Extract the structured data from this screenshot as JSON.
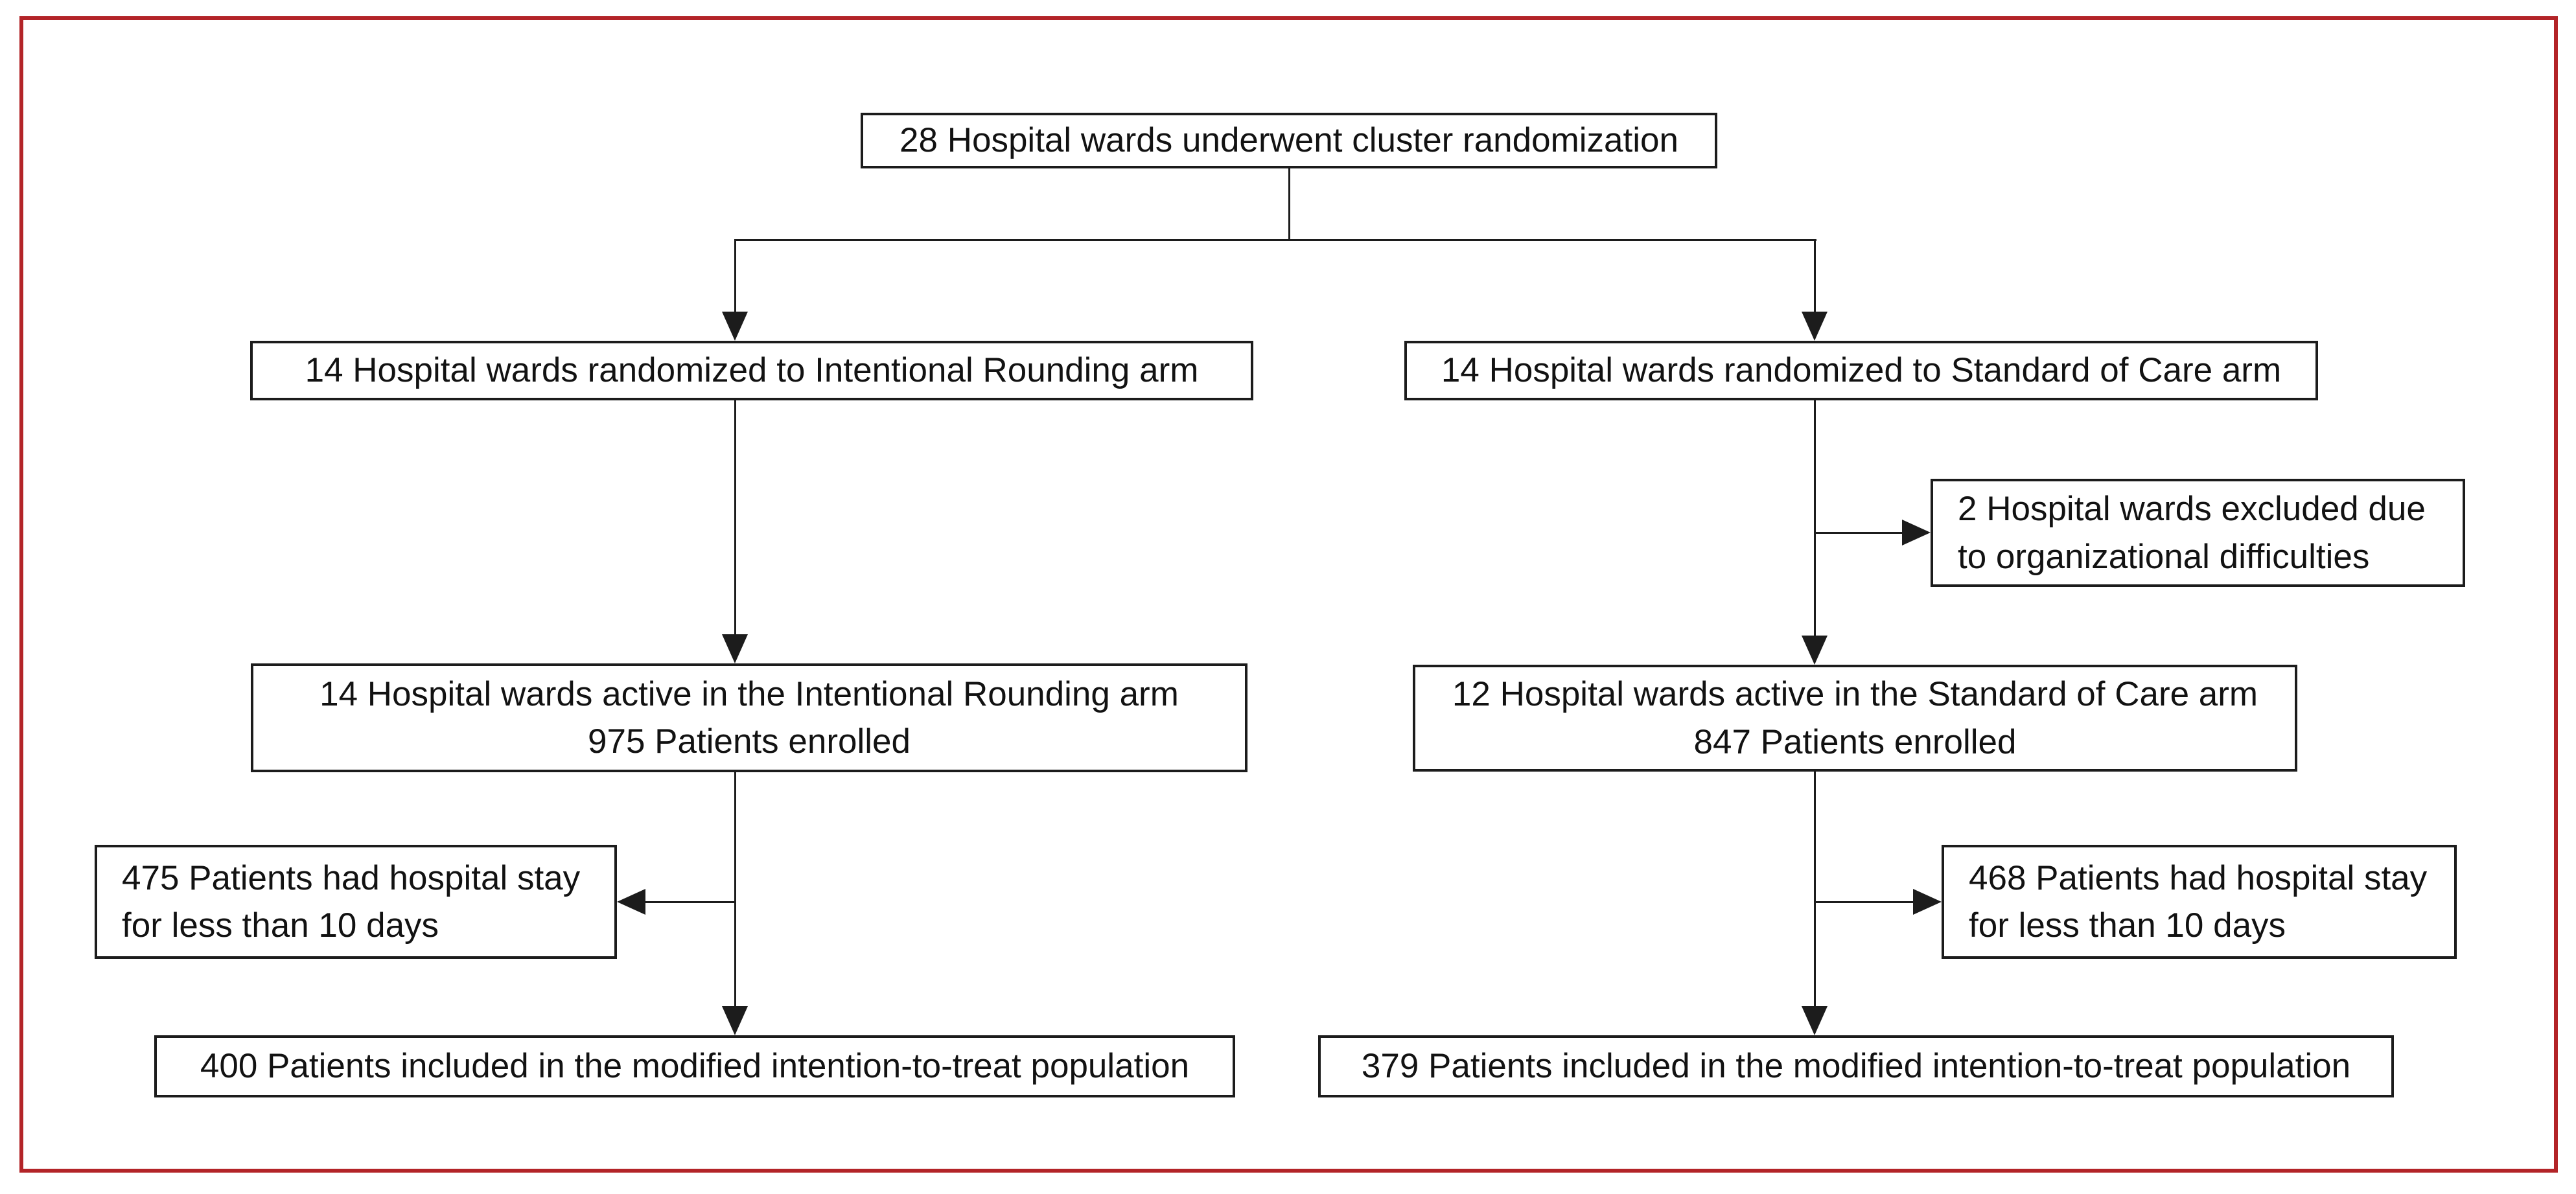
{
  "diagram": {
    "type": "flowchart",
    "description": "Cluster randomization patient flow diagram",
    "frame_color": "#b32428",
    "line_color": "#1c1c1c"
  },
  "nodes": {
    "randomization": {
      "text": "28 Hospital wards underwent cluster randomization"
    },
    "ir_randomized": {
      "text": "14 Hospital wards randomized to Intentional Rounding arm"
    },
    "soc_randomized": {
      "text": "14 Hospital wards randomized to Standard of Care arm"
    },
    "soc_excluded": {
      "line1": "2 Hospital wards excluded due",
      "line2": "to organizational difficulties"
    },
    "ir_active": {
      "line1": "14 Hospital wards active in the Intentional Rounding arm",
      "line2": "975 Patients enrolled"
    },
    "soc_active": {
      "line1": "12 Hospital wards active in the Standard of Care arm",
      "line2": "847 Patients enrolled"
    },
    "ir_short_stay": {
      "line1": "475 Patients had hospital stay",
      "line2": "for less than 10 days"
    },
    "soc_short_stay": {
      "line1": "468 Patients had hospital stay",
      "line2": "for less than 10 days"
    },
    "ir_mitt": {
      "text": "400 Patients included in the modified intention-to-treat population"
    },
    "soc_mitt": {
      "text": "379 Patients included in the modified intention-to-treat population"
    }
  },
  "edges": [
    {
      "from": "randomization",
      "to": "ir_randomized"
    },
    {
      "from": "randomization",
      "to": "soc_randomized"
    },
    {
      "from": "ir_randomized",
      "to": "ir_active"
    },
    {
      "from": "soc_randomized",
      "to": "soc_excluded"
    },
    {
      "from": "soc_randomized",
      "to": "soc_active"
    },
    {
      "from": "ir_active",
      "to": "ir_short_stay"
    },
    {
      "from": "ir_active",
      "to": "ir_mitt"
    },
    {
      "from": "soc_active",
      "to": "soc_short_stay"
    },
    {
      "from": "soc_active",
      "to": "soc_mitt"
    }
  ]
}
